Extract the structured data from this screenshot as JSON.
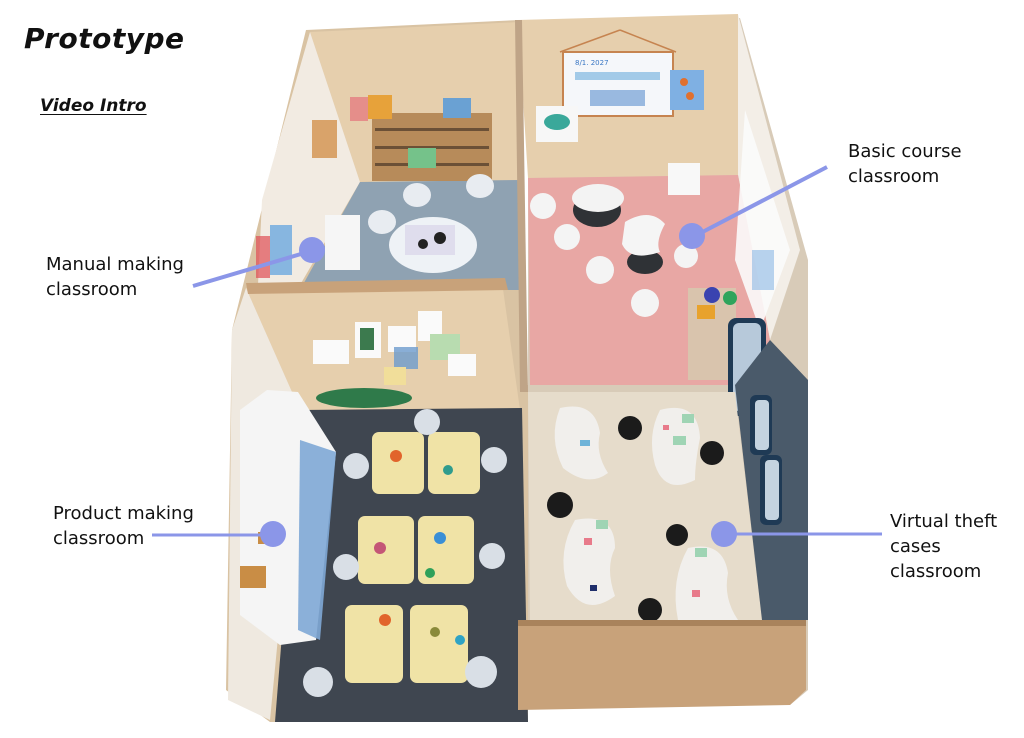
{
  "header": {
    "title": "Prototype",
    "video_link": "Video Intro"
  },
  "colors": {
    "callout": "#8b96e8",
    "cardboard": "#c8a27a",
    "wall": "#e8d3b4",
    "pink_floor": "#e8a7a4",
    "dark_floor": "#3f4650",
    "blue_floor": "#8ea3b3",
    "beige_floor": "#e6dccb"
  },
  "rooms": [
    {
      "id": "manual",
      "label": "Manual making\nclassroom"
    },
    {
      "id": "basic",
      "label": "Basic course\nclassroom"
    },
    {
      "id": "product",
      "label": "Product making\nclassroom"
    },
    {
      "id": "virtual",
      "label": "Virtual theft\ncases\nclassroom"
    }
  ],
  "photo": {
    "board_text": "8/1. 2027"
  }
}
